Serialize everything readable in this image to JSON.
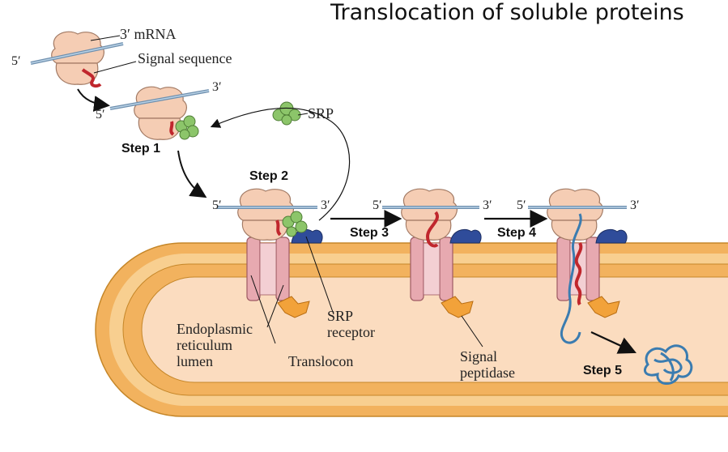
{
  "title": "Translocation of soluble proteins",
  "labels": {
    "mrna": "3′ mRNA",
    "signal_sequence": "Signal sequence",
    "srp": "SRP",
    "srp_receptor_line1": "SRP",
    "srp_receptor_line2": "receptor",
    "translocon": "Translocon",
    "signal_peptidase_line1": "Signal",
    "signal_peptidase_line2": "peptidase",
    "er_lumen_line1": "Endoplasmic",
    "er_lumen_line2": "reticulum",
    "er_lumen_line3": "lumen"
  },
  "ends": {
    "five_prime": "5′",
    "three_prime": "3′"
  },
  "steps": [
    "Step 1",
    "Step 2",
    "Step 3",
    "Step 4",
    "Step 5"
  ],
  "colors": {
    "ribosome": "#f5cdb4",
    "membrane_outer": "#f2b25e",
    "lumen": "#fbdcbf",
    "translocon": "#e7a9b0",
    "srp": "#8cc56a",
    "srp_receptor": "#2f4c9a",
    "signal_peptidase": "#f2a23a",
    "signal_sequence": "#c0272d",
    "mrna": "#7ea6c8",
    "polypeptide": "#3b7cb0"
  }
}
